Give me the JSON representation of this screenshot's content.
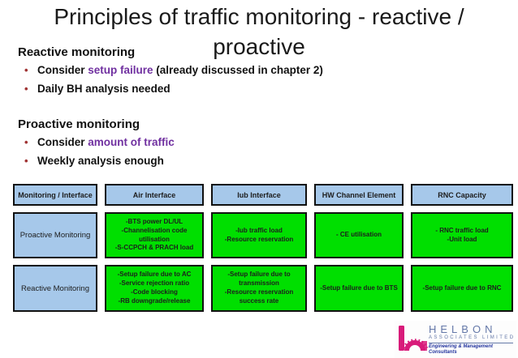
{
  "slide": {
    "title_line1": "Principles of traffic monitoring - reactive /",
    "title_line2": "proactive"
  },
  "sections": {
    "reactive": {
      "heading": "Reactive monitoring",
      "bullet1": {
        "prefix": "Consider ",
        "highlight": "setup failure",
        "suffix": " (already discussed in chapter 2)"
      },
      "bullet2": {
        "prefix": "Daily BH analysis needed",
        "highlight": "",
        "suffix": ""
      }
    },
    "proactive": {
      "heading": "Proactive monitoring",
      "bullet1": {
        "prefix": "Consider ",
        "highlight": "amount of traffic",
        "suffix": ""
      },
      "bullet2": {
        "prefix": "Weekly analysis enough",
        "highlight": "",
        "suffix": ""
      }
    }
  },
  "table": {
    "headers": [
      "Monitoring / Interface",
      "Air Interface",
      "Iub Interface",
      "HW Channel Element",
      "RNC Capacity"
    ],
    "rows": [
      {
        "label": "Proactive Monitoring",
        "cells": [
          "-BTS power DL/UL\n-Channelisation code utilisation\n-S-CCPCH & PRACH load",
          "-Iub traffic load\n-Resource reservation",
          "- CE utilisation",
          "- RNC traffic load\n-Unit load"
        ]
      },
      {
        "label": "Reactive Monitoring",
        "cells": [
          "-Setup failure due to AC\n-Service rejection ratio\n-Code blocking\n-RB downgrade/release",
          "-Setup failure due to transmission\n-Resource reservation success rate",
          "-Setup failure due to BTS",
          "-Setup failure due to RNC"
        ]
      }
    ]
  },
  "logo": {
    "name": "HELBON",
    "subtitle": "ASSOCIATES LIMITED",
    "tagline": "Engineering & Management Consultants"
  },
  "colors": {
    "highlight_purple": "#7030a0",
    "bullet_red": "#a03333",
    "table_header_blue": "#a6c8ea",
    "table_cell_green": "#00df00",
    "logo_pink": "#d81b7a",
    "logo_blue": "#6478a8"
  }
}
